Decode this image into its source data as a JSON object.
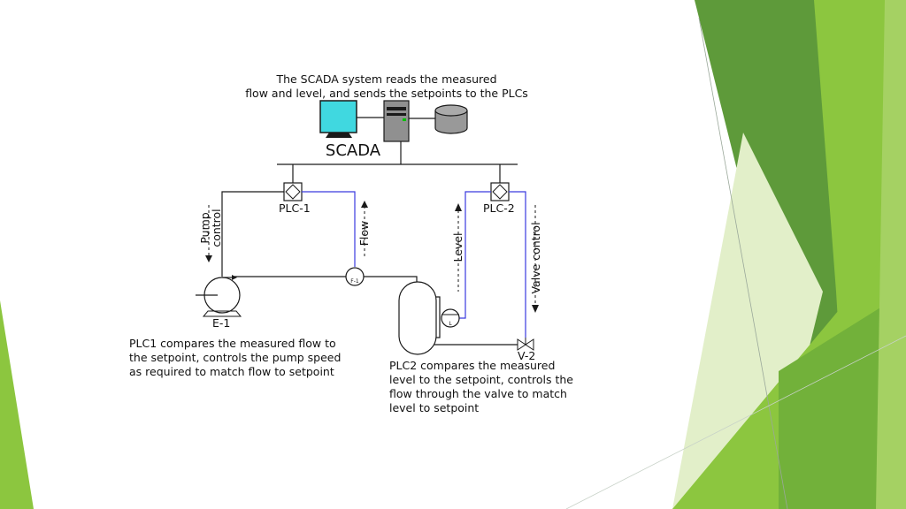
{
  "diagram": {
    "top_caption": [
      "The SCADA system reads the measured",
      "flow and level, and sends the setpoints to the PLCs"
    ],
    "scada_label": "SCADA",
    "plc1_label": "PLC-1",
    "plc2_label": "PLC-2",
    "pump_control_label": [
      "Pump",
      "control"
    ],
    "flow_label": "Flow",
    "level_label": "Level",
    "valve_control_label": "Valve control",
    "flow_sensor_tag": "F-1",
    "level_sensor_tag": "L",
    "pump_tag": "E-1",
    "valve_tag": "V-2",
    "plc1_note": [
      "PLC1 compares the measured flow to",
      "the setpoint, controls the pump speed",
      "as required to match flow to setpoint"
    ],
    "plc2_note": [
      "PLC2 compares the measured",
      "level to the setpoint, controls the",
      "flow through the valve to match",
      "level to setpoint"
    ]
  },
  "colors": {
    "monitor_screen": "#40d8e0",
    "signal_wire": "#3a3adf",
    "green_dark": "#5e9a3a",
    "green_mid": "#8cc63f",
    "green_light": "#c6e29a"
  }
}
